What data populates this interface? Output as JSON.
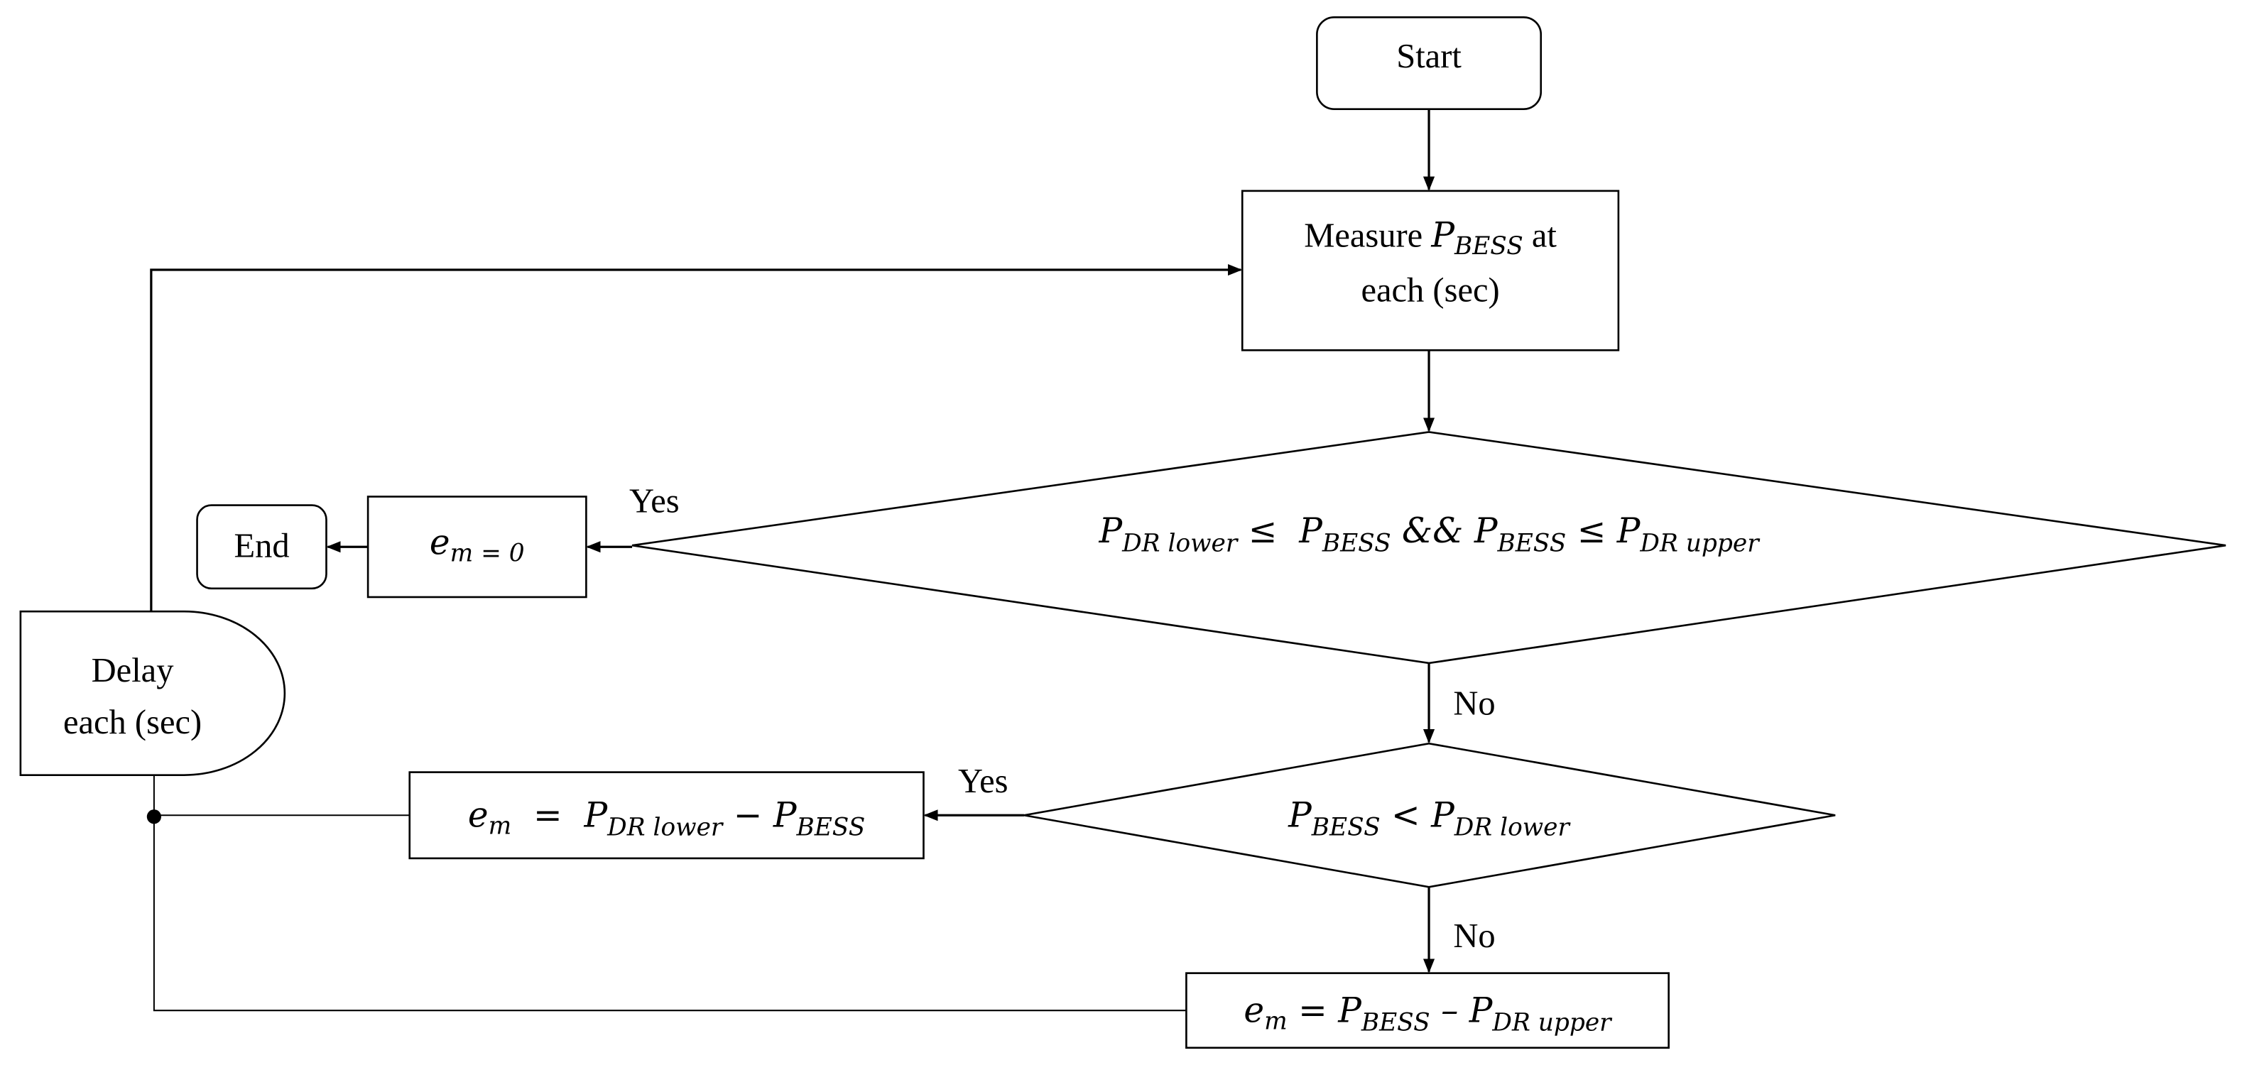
{
  "start": "Start",
  "end": "End",
  "measure": {
    "pre": "Measure ",
    "P": "P",
    "sub": "BESS",
    "post": " at",
    "line2": "each (sec)"
  },
  "delay": {
    "line1": "Delay",
    "line2": "each (sec)"
  },
  "decision1": {
    "p1": "P",
    "s1": "DR lower",
    "op1": " ≤  ",
    "p2": "P",
    "s2": "BESS",
    "op2": " && ",
    "p3": "P",
    "s3": "BESS",
    "op3": " ≤ ",
    "p4": "P",
    "s4": "DR upper"
  },
  "result_zero": {
    "e": "e",
    "sub": "m = 0"
  },
  "decision2": {
    "p1": "P",
    "s1": "BESS",
    "op": " < ",
    "p2": "P",
    "s2": "DR lower"
  },
  "result_lower": {
    "e": "e",
    "esub": "m",
    "op1": "  =  ",
    "p1": "P",
    "s1": "DR lower",
    "op2": " − ",
    "p2": "P",
    "s2": "BESS"
  },
  "result_upper": {
    "e": "e",
    "esub": "m",
    "op1": " = ",
    "p1": "P",
    "s1": "BESS",
    "op2": " – ",
    "p2": "P",
    "s2": "DR upper"
  },
  "labels": {
    "yes1": "Yes",
    "no1": "No",
    "yes2": "Yes",
    "no2": "No"
  }
}
